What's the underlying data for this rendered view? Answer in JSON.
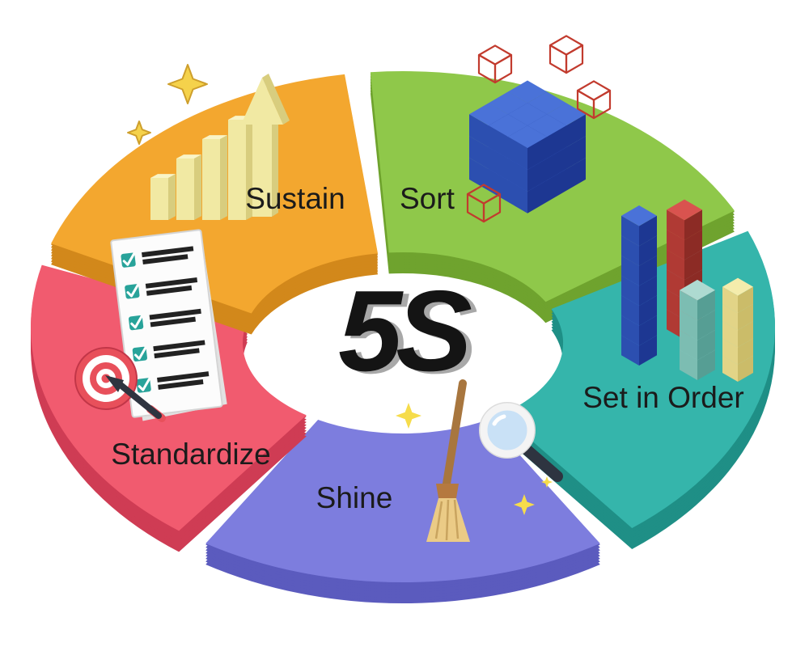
{
  "center_label": "5S",
  "background_color": "#ffffff",
  "label_color": "#1b1b1b",
  "center_label_color": "#141414",
  "segments": [
    {
      "id": "sort",
      "label": "Sort",
      "color": "#8FC84A",
      "depth_color": "#6FA32E",
      "icon": "blue-cubes-icon"
    },
    {
      "id": "set_in_order",
      "label": "Set in Order",
      "color": "#35B5AB",
      "depth_color": "#1F8F86",
      "icon": "stacked-bars-icon"
    },
    {
      "id": "shine",
      "label": "Shine",
      "color": "#7D7DDE",
      "depth_color": "#5B5BBE",
      "icon": "broom-magnifier-icon"
    },
    {
      "id": "standardize",
      "label": "Standardize",
      "color": "#F15B6F",
      "depth_color": "#CF3C54",
      "icon": "checklist-target-icon"
    },
    {
      "id": "sustain",
      "label": "Sustain",
      "color": "#F3A72F",
      "depth_color": "#D2881B",
      "icon": "growth-arrow-chart-icon"
    }
  ],
  "illustration_colors": {
    "blue_cube": "#2C4FB0",
    "wireframe_cube": "#C23B2E",
    "red_stack": "#B03A34",
    "teal_stack": "#7CBDB2",
    "yellow_stack": "#E2D487",
    "pale_yellow_chart": "#F1E9A3",
    "star_yellow": "#F5D24B",
    "broom_wood": "#A8763E",
    "broom_bristles": "#EBCB86",
    "magnifier_lens": "#C9E1F6",
    "checkbox_teal": "#28A39A",
    "target_red": "#E8505B",
    "dart_black": "#2E3440"
  }
}
